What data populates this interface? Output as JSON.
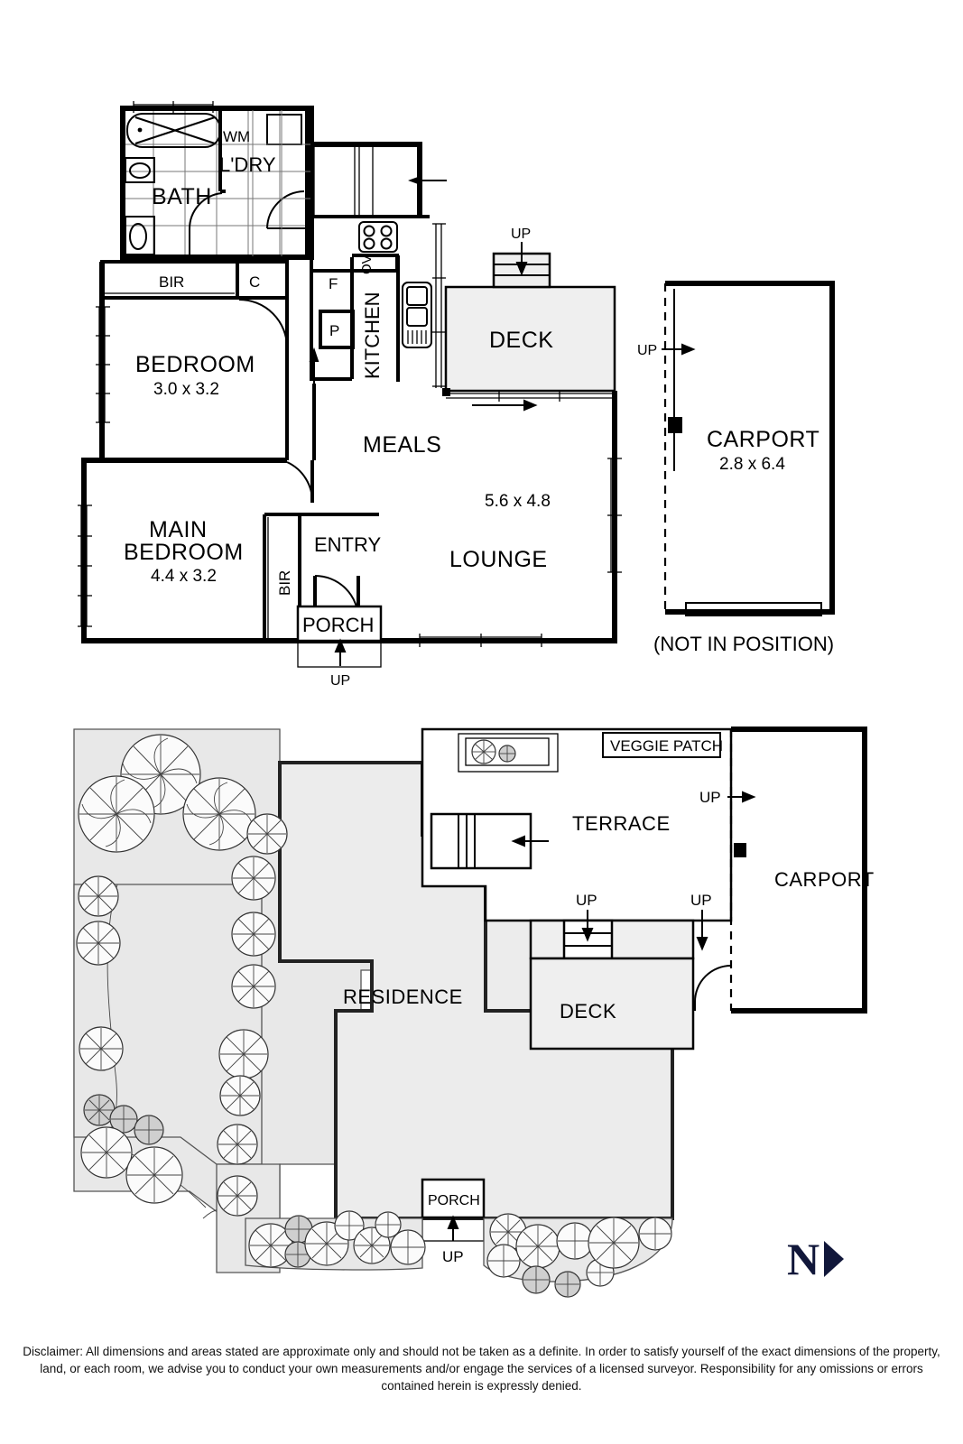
{
  "document": {
    "type": "real-estate-floor-plan",
    "disclaimer": "Disclaimer: All dimensions and areas stated are approximate only and should not be taken as a definite. In order to satisfy yourself of the exact dimensions of the property, land, or each room, we advise you to conduct your own measurements and/or engage the services of a licensed surveyor. Responsibility for any omissions or errors contained herein is expressly denied."
  },
  "compass": {
    "label": "N",
    "icon": "north-arrow-icon",
    "color": "#11173a"
  },
  "floor_plan": {
    "rooms": [
      {
        "id": "bath",
        "label": "BATH",
        "dimensions": ""
      },
      {
        "id": "laundry",
        "label": "L'DRY",
        "dimensions": ""
      },
      {
        "id": "bedroom2",
        "label": "BEDROOM",
        "dimensions": "3.0 x 3.2"
      },
      {
        "id": "main-bedroom",
        "label": "MAIN\nBEDROOM",
        "dimensions": "4.4 x 3.2"
      },
      {
        "id": "kitchen",
        "label": "KITCHEN",
        "dimensions": ""
      },
      {
        "id": "meals",
        "label": "MEALS",
        "dimensions": ""
      },
      {
        "id": "lounge",
        "label": "LOUNGE",
        "dimensions": "5.6 x 4.8"
      },
      {
        "id": "entry",
        "label": "ENTRY",
        "dimensions": ""
      },
      {
        "id": "porch",
        "label": "PORCH",
        "dimensions": ""
      },
      {
        "id": "deck",
        "label": "DECK",
        "dimensions": ""
      },
      {
        "id": "carport",
        "label": "CARPORT",
        "dimensions": "2.8 x 6.4"
      }
    ],
    "labels": {
      "bath": "BATH",
      "laundry": "L'DRY",
      "washing_machine": "WM",
      "bedroom2_name": "BEDROOM",
      "bedroom2_dims": "3.0 x 3.2",
      "main_bedroom_line1": "MAIN",
      "main_bedroom_line2": "BEDROOM",
      "main_bedroom_dims": "4.4 x 3.2",
      "built_in_robe": "BIR",
      "built_in_robe_entry": "BIR",
      "cupboard": "C",
      "fridge": "F",
      "pantry": "P",
      "oven": "OV",
      "kitchen": "KITCHEN",
      "meals": "MEALS",
      "lounge": "LOUNGE",
      "lounge_dims": "5.6 x 4.8",
      "entry": "ENTRY",
      "porch": "PORCH",
      "deck": "DECK",
      "carport": "CARPORT",
      "carport_dims": "2.8 x 6.4",
      "carport_note": "(NOT IN POSITION)",
      "up_deck": "UP",
      "up_porch": "UP",
      "up_carport": "UP"
    }
  },
  "site_plan": {
    "labels": {
      "residence": "RESIDENCE",
      "terrace": "TERRACE",
      "deck": "DECK",
      "carport": "CARPORT",
      "veggie_patch": "VEGGIE PATCH",
      "porch": "PORCH",
      "up_carport_top": "UP",
      "up_deck_left": "UP",
      "up_deck_right": "UP",
      "up_porch": "UP"
    }
  },
  "colors": {
    "wall": "#000000",
    "deck_fill": "#efefef",
    "residence_fill": "#ececec",
    "garden_fill": "#e8e8e8",
    "north_arrow": "#11173a",
    "background": "#ffffff"
  }
}
